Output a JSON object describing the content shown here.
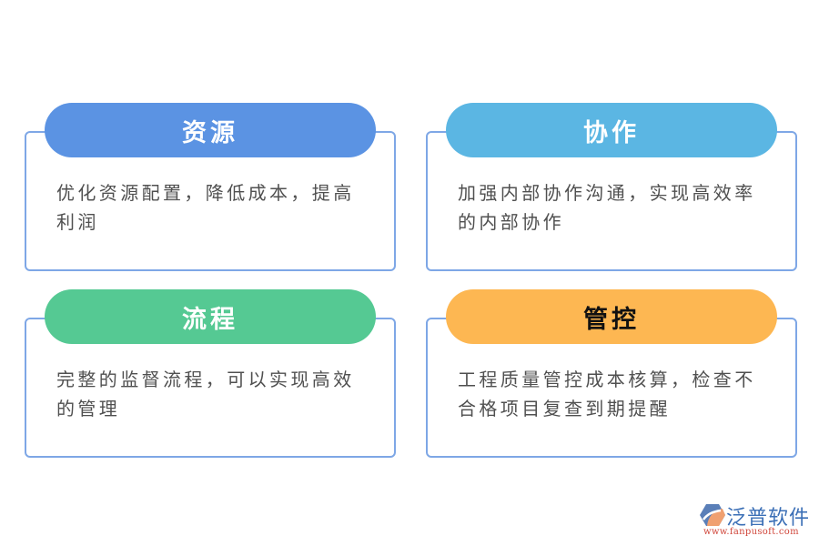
{
  "colors": {
    "card_border": "#7ea7e6",
    "body_text": "#505050",
    "logo_blue": "#3b6fb6",
    "logo_red": "#d0463a"
  },
  "cards": [
    {
      "title": "资源",
      "title_color": "#ffffff",
      "pill_color": "#5b93e3",
      "text": "优化资源配置，降低成本，提高利润"
    },
    {
      "title": "协作",
      "title_color": "#ffffff",
      "pill_color": "#5bb6e3",
      "text": "加强内部协作沟通，实现高效率的内部协作"
    },
    {
      "title": "流程",
      "title_color": "#ffffff",
      "pill_color": "#55c993",
      "text": "完整的监督流程，可以实现高效的管理"
    },
    {
      "title": "管控",
      "title_color": "#111111",
      "pill_color": "#fdb752",
      "text": "工程质量管控成本核算，检查不合格项目复查到期提醒"
    }
  ],
  "logo": {
    "icon": "fanpu-logo-icon",
    "name": "泛普软件",
    "url": "www.fanpusoft.com"
  }
}
